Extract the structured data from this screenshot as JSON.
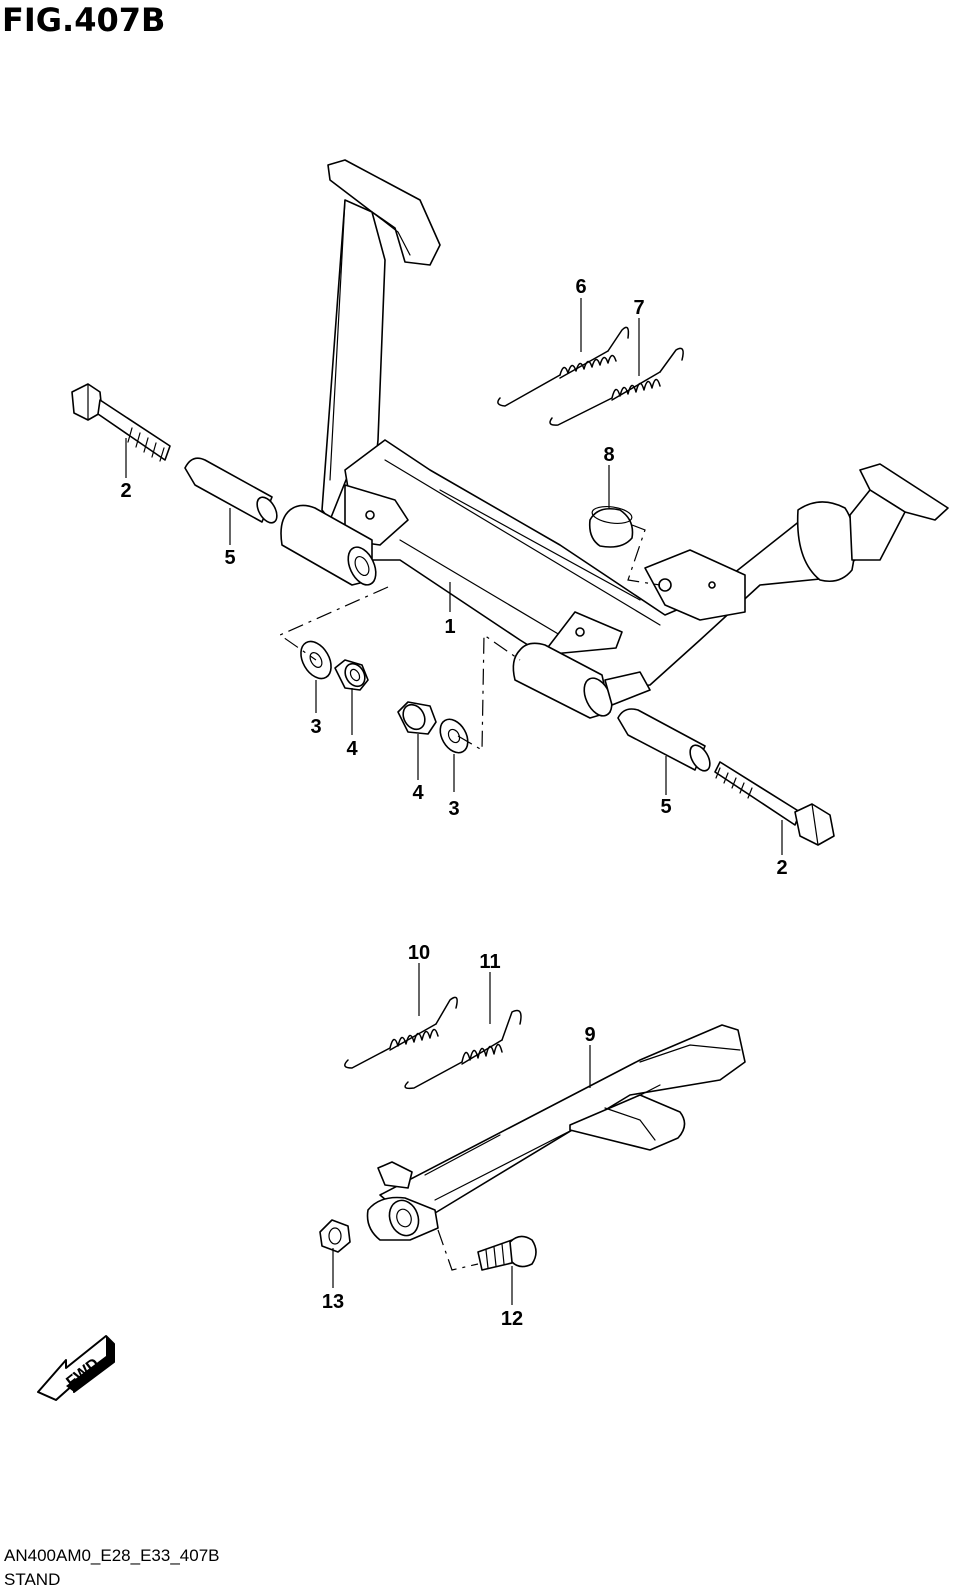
{
  "figure": {
    "title": "FIG.407B",
    "drawing_code": "AN400AM0_E28_E33_407B",
    "name": "STAND"
  },
  "callouts": {
    "c1": "1",
    "c2a": "2",
    "c2b": "2",
    "c3a": "3",
    "c3b": "3",
    "c4a": "4",
    "c4b": "4",
    "c5a": "5",
    "c5b": "5",
    "c6": "6",
    "c7": "7",
    "c8": "8",
    "c9": "9",
    "c10": "10",
    "c11": "11",
    "c12": "12",
    "c13": "13"
  },
  "fwd_label": "FWD"
}
